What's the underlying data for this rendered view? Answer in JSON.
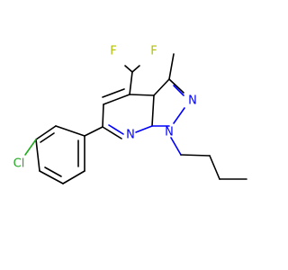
{
  "atoms": {
    "f_left": {
      "symbol": "F",
      "color": "#b3c200"
    },
    "f_right": {
      "symbol": "F",
      "color": "#b3c200"
    },
    "n_pyrazole": {
      "symbol": "N",
      "color": "#0000ff"
    },
    "n_pyridine": {
      "symbol": "N",
      "color": "#0000ff"
    },
    "n_butyl": {
      "symbol": "N",
      "color": "#0000ff"
    },
    "cl": {
      "symbol": "Cl",
      "color": "#1faa1f"
    }
  }
}
